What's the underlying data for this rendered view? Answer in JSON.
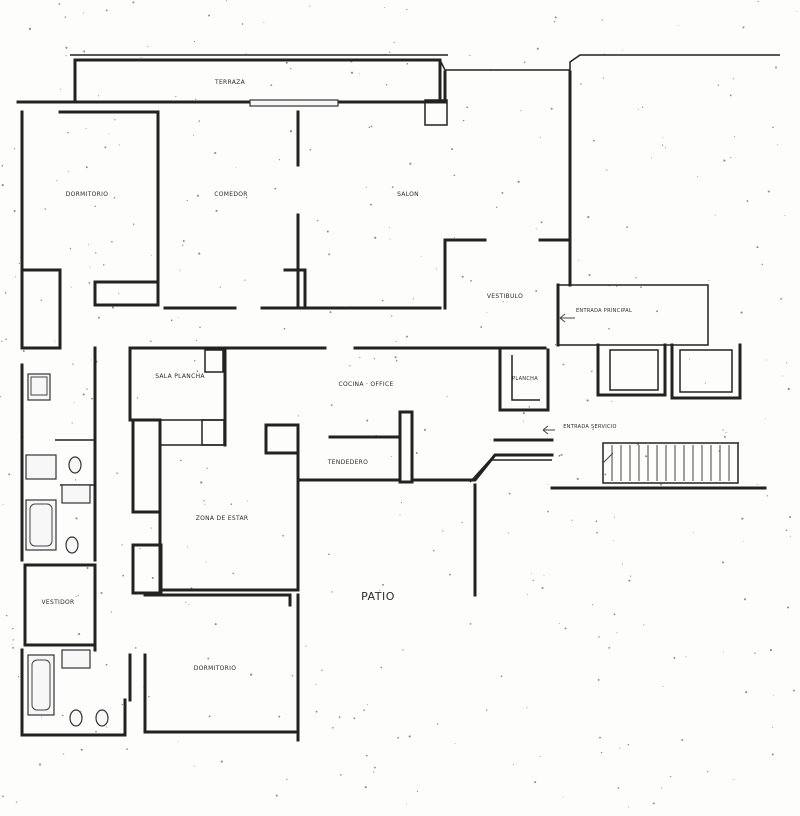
{
  "plan": {
    "rooms": {
      "terrace": "TERRAZA",
      "bedroom_top": "DORMITORIO",
      "dining": "COMEDOR",
      "living": "SALON",
      "vestibule": "VESTIBULO",
      "entry_main": "ENTRADA PRINCIPAL",
      "ironing": "SALA PLANCHA",
      "kitchen": "COCINA · OFFICE",
      "laundry": "PLANCHA",
      "entry_service": "ENTRADA SERVICIO",
      "drying": "TENDEDERO",
      "service_area": "ZONA DE ESTAR",
      "dressing": "VESTIDOR",
      "bedroom_bottom": "DORMITORIO",
      "patio": "PATIO"
    }
  }
}
